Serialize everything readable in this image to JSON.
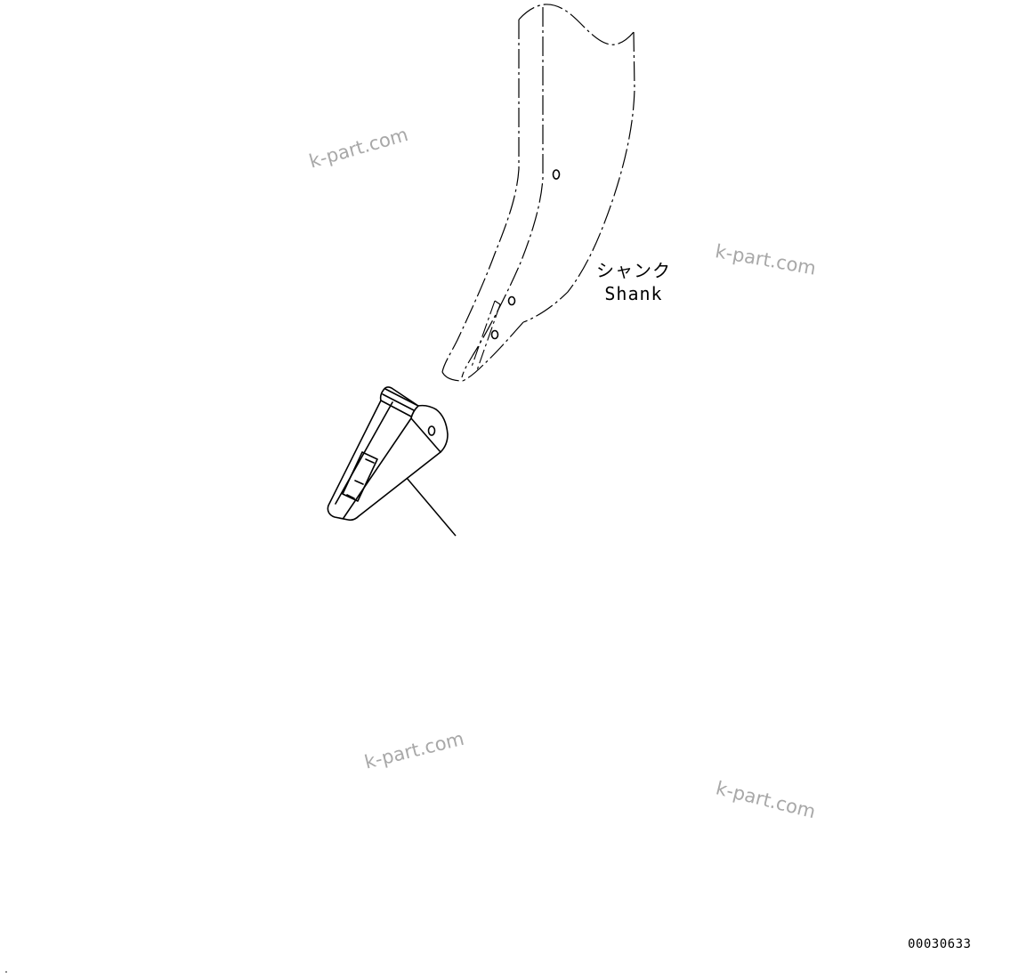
{
  "diagram": {
    "shank_label_jp": "シャンク",
    "shank_label_en": "Shank",
    "drawing_number": "00030633"
  },
  "watermarks": [
    "k-part.com",
    "k-part.com",
    "k-part.com",
    "k-part.com"
  ]
}
